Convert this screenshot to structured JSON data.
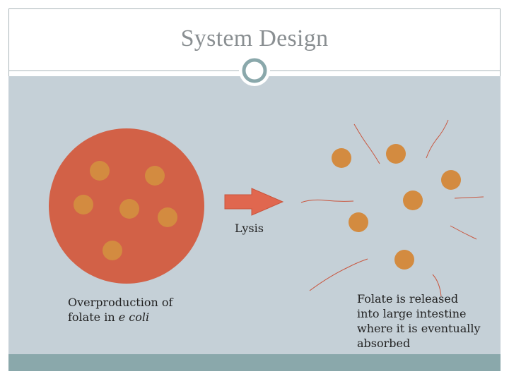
{
  "slide": {
    "title": "System Design",
    "arrow_label": "Lysis",
    "left_caption_prefix": "Overproduction of\nfolate in ",
    "left_caption_italic": "e coli",
    "right_caption": "Folate is released\ninto large intestine\nwhere it is eventually\nabsorbed"
  },
  "colors": {
    "background": "#c5d0d7",
    "cell": "#d26147",
    "folate": "#d38b40",
    "arrow": "#e0674f",
    "debris": "#c9543c",
    "footer": "#8aa8ab",
    "title": "#8a8f92"
  },
  "icons": [
    "circle-ornament-icon",
    "right-arrow-icon"
  ]
}
